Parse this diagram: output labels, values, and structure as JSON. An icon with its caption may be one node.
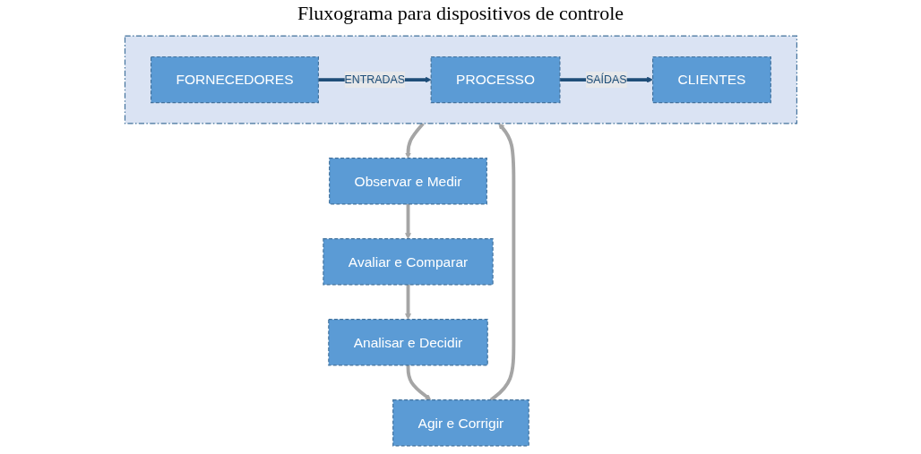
{
  "diagram": {
    "title": "Fluxograma para dispositivos de controle",
    "nodes": [
      {
        "text": [],
        "shape": "box"
      },
      {
        "text": [
          "FORNECEDORES"
        ],
        "in": 0
      },
      {
        "text": [
          "PROCESSO"
        ],
        "in": 0
      },
      {
        "text": [
          "CLIENTES"
        ],
        "in": 0
      },
      {
        "text": [
          "Agir e Corrigir"
        ]
      },
      {
        "text": [
          "Observar e Medir"
        ]
      },
      {
        "text": [
          "Analisar e Decidir"
        ]
      },
      {
        "text": [
          "Avaliar e Comparar"
        ]
      }
    ],
    "edges": [
      {
        "from": 1,
        "to": 2,
        "label": "ENTRADAS",
        "arrow": "to",
        "color": "#1f4e79"
      },
      {
        "from": 2,
        "to": 3,
        "label": "SAÍDAS",
        "arrow": "to",
        "color": "#1f4e79"
      },
      {
        "from": 0,
        "to": 5,
        "arrow": "to"
      },
      {
        "from": 5,
        "to": 7,
        "arrow": "to"
      },
      {
        "from": 7,
        "to": 6,
        "arrow": "to"
      },
      {
        "from": 6,
        "to": 4,
        "arrow": "to"
      },
      {
        "from": 4,
        "to": 0,
        "arrow": "to"
      }
    ]
  }
}
